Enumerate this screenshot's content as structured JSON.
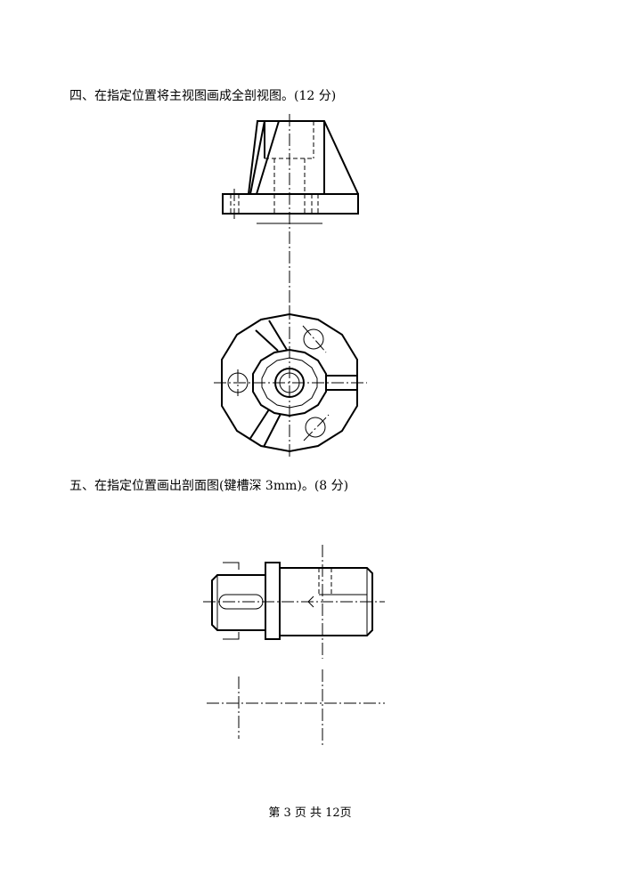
{
  "questions": [
    {
      "title": "四、在指定位置将主视图画成全剖视图。(12 分)"
    },
    {
      "title": "五、在指定位置画出剖面图(键槽深 3mm)。(8 分)"
    }
  ],
  "footer": {
    "text": "第 3 页 共 12页"
  }
}
